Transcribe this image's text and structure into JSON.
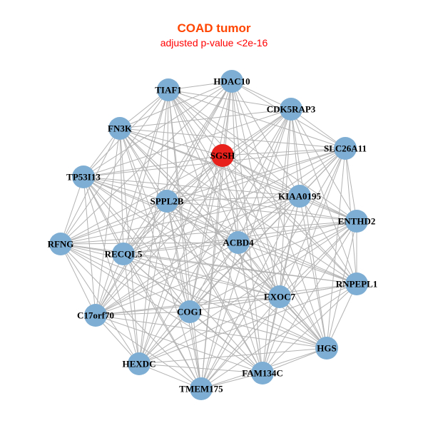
{
  "title": "COAD tumor",
  "subtitle": "adjusted p-value <2e-16",
  "colors": {
    "node": "#7eaed3",
    "highlight": "#e8211c",
    "edge": "#b3b3b3",
    "title": "#ff4500",
    "subtitle": "#ff0000"
  },
  "nodes": [
    {
      "name": "HDAC10",
      "highlight": false
    },
    {
      "name": "TIAF1",
      "highlight": false
    },
    {
      "name": "CDK5RAP3",
      "highlight": false
    },
    {
      "name": "FN3K",
      "highlight": false
    },
    {
      "name": "SGSH",
      "highlight": true
    },
    {
      "name": "SLC26A11",
      "highlight": false
    },
    {
      "name": "TP53I13",
      "highlight": false
    },
    {
      "name": "SPPL2B",
      "highlight": false
    },
    {
      "name": "KIAA0195",
      "highlight": false
    },
    {
      "name": "ENTHD2",
      "highlight": false
    },
    {
      "name": "ACBD4",
      "highlight": false
    },
    {
      "name": "RFNG",
      "highlight": false
    },
    {
      "name": "RECQL5",
      "highlight": false
    },
    {
      "name": "RNPEPL1",
      "highlight": false
    },
    {
      "name": "EXOC7",
      "highlight": false
    },
    {
      "name": "C17orf70",
      "highlight": false
    },
    {
      "name": "COG1",
      "highlight": false
    },
    {
      "name": "HGS",
      "highlight": false
    },
    {
      "name": "HEXDC",
      "highlight": false
    },
    {
      "name": "FAM134C",
      "highlight": false
    },
    {
      "name": "TMEM175",
      "highlight": false
    }
  ],
  "edges": [
    [
      1,
      2,
      3,
      4,
      5,
      6,
      7,
      8,
      10,
      11,
      12,
      14,
      15,
      16,
      17,
      18,
      19,
      20
    ],
    [
      2,
      3,
      4,
      5,
      6,
      7,
      8,
      9,
      10,
      11,
      12,
      13,
      14,
      15,
      16,
      17,
      18,
      19,
      20
    ],
    [
      3,
      4,
      5,
      6,
      7,
      8,
      9,
      10,
      12,
      13,
      14,
      15,
      16,
      17,
      18,
      19,
      20
    ],
    [
      4,
      5,
      6,
      7,
      8,
      9,
      10,
      11,
      12,
      13,
      14,
      15,
      16,
      17,
      18,
      19,
      20
    ],
    [
      5,
      6,
      7,
      8,
      9,
      10,
      11,
      12,
      13,
      14,
      15,
      16,
      17,
      18,
      19,
      20
    ],
    [
      6,
      7,
      8,
      9,
      10,
      11,
      12,
      13,
      14,
      15,
      16,
      17,
      18,
      19,
      20
    ],
    [
      7,
      8,
      9,
      10,
      11,
      12,
      13,
      14,
      15,
      16,
      17,
      18,
      19,
      20
    ],
    [
      8,
      9,
      10,
      11,
      12,
      13,
      14,
      15,
      16,
      17,
      18,
      19,
      20
    ],
    [
      9,
      10,
      11,
      12,
      13,
      14,
      15,
      16,
      17,
      18,
      19,
      20
    ],
    [
      10,
      11,
      12,
      13,
      14,
      15,
      16,
      17,
      18,
      19,
      20
    ],
    [
      11,
      12,
      13,
      14,
      15,
      16,
      17,
      18,
      19,
      20
    ],
    [
      12,
      13,
      14,
      15,
      16,
      17,
      18,
      19,
      20
    ],
    [
      13,
      14,
      15,
      16,
      17,
      18,
      19,
      20
    ],
    [
      14,
      15,
      16,
      17,
      18,
      19,
      20
    ],
    [
      15,
      16,
      17,
      18,
      19,
      20
    ],
    [
      16,
      17,
      18,
      19,
      20
    ],
    [
      17,
      18,
      19,
      20
    ],
    [
      18,
      19,
      20
    ],
    [
      19,
      20
    ],
    [
      20
    ],
    []
  ]
}
